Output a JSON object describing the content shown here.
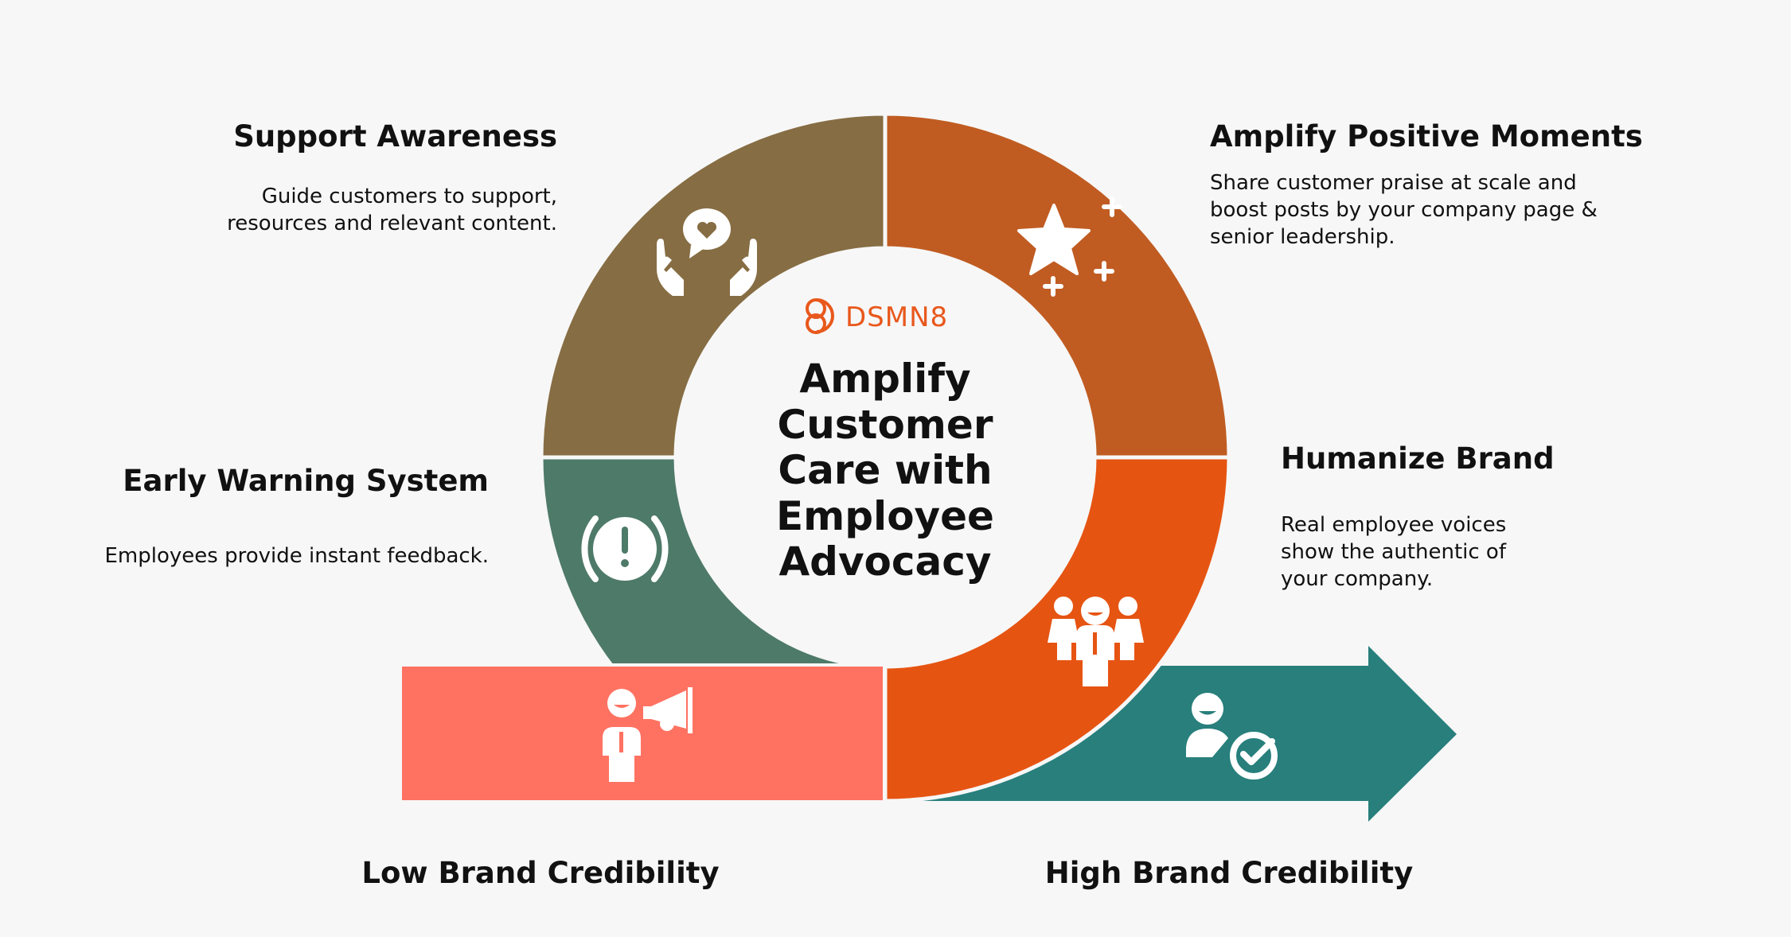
{
  "colors": {
    "brown": "#866d43",
    "rust": "#c05c22",
    "orange": "#e65412",
    "green": "#4e7a69",
    "coral": "#ff7262",
    "teal": "#287f7c",
    "logo": "#e8581c"
  },
  "logo": {
    "text": "DSMN8"
  },
  "center_title": [
    "Amplify",
    "Customer",
    "Care with",
    "Employee",
    "Advocacy"
  ],
  "sections": {
    "support_awareness": {
      "title": "Support Awareness",
      "desc": [
        "Guide customers to support,",
        "resources and relevant content."
      ],
      "icon": "hands-heart-chat-icon"
    },
    "amplify_positive": {
      "title": "Amplify Positive Moments",
      "desc": [
        "Share customer praise at scale and",
        "boost posts by your company page &",
        "senior leadership."
      ],
      "icon": "star-sparkle-icon"
    },
    "early_warning": {
      "title": "Early Warning System",
      "desc": [
        "Employees provide instant feedback."
      ],
      "icon": "alert-icon"
    },
    "humanize_brand": {
      "title": "Humanize Brand",
      "desc": [
        "Real employee voices",
        "show the authentic of",
        "your company."
      ],
      "icon": "team-icon"
    }
  },
  "bottom": {
    "low": "Low Brand Credibility",
    "high": "High Brand Credibility",
    "low_icon": "megaphone-person-icon",
    "high_icon": "verified-person-icon"
  }
}
